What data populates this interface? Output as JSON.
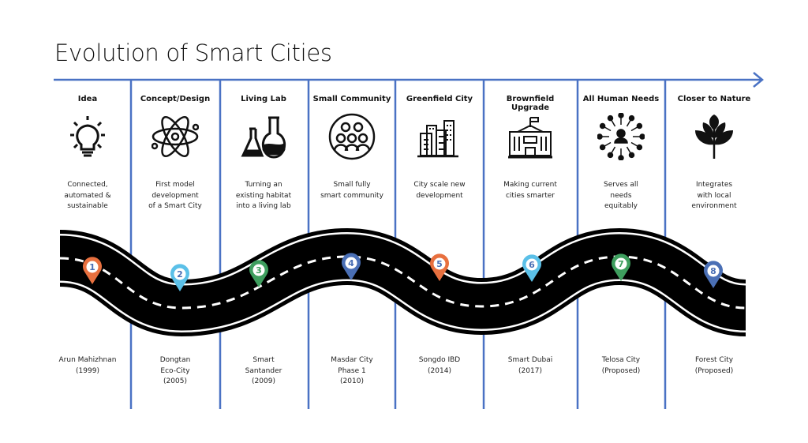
{
  "title": "Evolution of Smart Cities",
  "colors": {
    "axis": "#4A72C4",
    "orange": "#E8703F",
    "light_blue": "#5BC0E8",
    "green": "#3E9E5E",
    "blue": "#4A6FB5"
  },
  "stages": [
    {
      "num": "1",
      "heading": "Idea",
      "desc": [
        "Connected,",
        "automated &",
        "sustainable"
      ],
      "city": [
        "Arun Mahizhnan",
        "(1999)"
      ],
      "icon": "lightbulb-icon",
      "pin_color": "#E8703F"
    },
    {
      "num": "2",
      "heading": "Concept/Design",
      "desc": [
        "First model",
        "development",
        "of a Smart City"
      ],
      "city": [
        "Dongtan",
        "Eco-City",
        "(2005)"
      ],
      "icon": "atom-icon",
      "pin_color": "#5BC0E8"
    },
    {
      "num": "3",
      "heading": "Living Lab",
      "desc": [
        "Turning an",
        "existing habitat",
        "into a living lab"
      ],
      "city": [
        "Smart",
        "Santander",
        "(2009)"
      ],
      "icon": "flask-icon",
      "pin_color": "#3E9E5E"
    },
    {
      "num": "4",
      "heading": "Small Community",
      "desc": [
        "Small fully",
        "smart community"
      ],
      "city": [
        "Masdar City",
        "Phase 1",
        "(2010)"
      ],
      "icon": "community-icon",
      "pin_color": "#4A6FB5"
    },
    {
      "num": "5",
      "heading": "Greenfield City",
      "desc": [
        "City scale new",
        "development"
      ],
      "city": [
        "Songdo IBD",
        "(2014)"
      ],
      "icon": "buildings-icon",
      "pin_color": "#E8703F"
    },
    {
      "num": "6",
      "heading": "Brownfield Upgrade",
      "desc": [
        "Making current",
        "cities smarter"
      ],
      "city": [
        "Smart Dubai",
        "(2017)"
      ],
      "icon": "government-building-icon",
      "pin_color": "#5BC0E8"
    },
    {
      "num": "7",
      "heading": "All Human Needs",
      "desc": [
        "Serves all",
        "needs",
        "equitably"
      ],
      "city": [
        "Telosa City",
        "(Proposed)"
      ],
      "icon": "person-network-icon",
      "pin_color": "#3E9E5E"
    },
    {
      "num": "8",
      "heading": "Closer to Nature",
      "desc": [
        "Integrates",
        "with local",
        "environment"
      ],
      "city": [
        "Forest City",
        "(Proposed)"
      ],
      "icon": "plant-icon",
      "pin_color": "#4A6FB5"
    }
  ]
}
